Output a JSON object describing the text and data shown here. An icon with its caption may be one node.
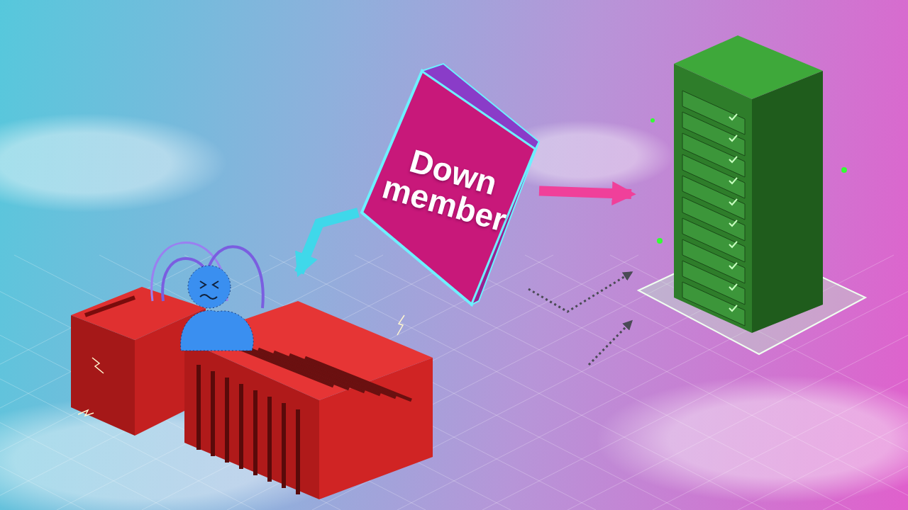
{
  "diagram": {
    "nodes": [
      {
        "text": [],
        "shape": "picture"
      },
      {
        "text": [
          "Down member"
        ]
      },
      {
        "text": [],
        "shape": "picture"
      }
    ],
    "edges": [
      {
        "from": 1,
        "to": 0,
        "arrow": "to",
        "style": "thick",
        "color": "#3fd8ea"
      },
      {
        "from": 1,
        "to": 2,
        "arrow": "to",
        "style": "thick",
        "color": "#f0409a"
      },
      {
        "from": null,
        "to": 2,
        "arrow": "to",
        "style": "dashed",
        "color": "#4a4a55"
      },
      {
        "from": null,
        "to": 2,
        "arrow": "to",
        "style": "dashed",
        "color": "#4a4a55"
      }
    ]
  }
}
